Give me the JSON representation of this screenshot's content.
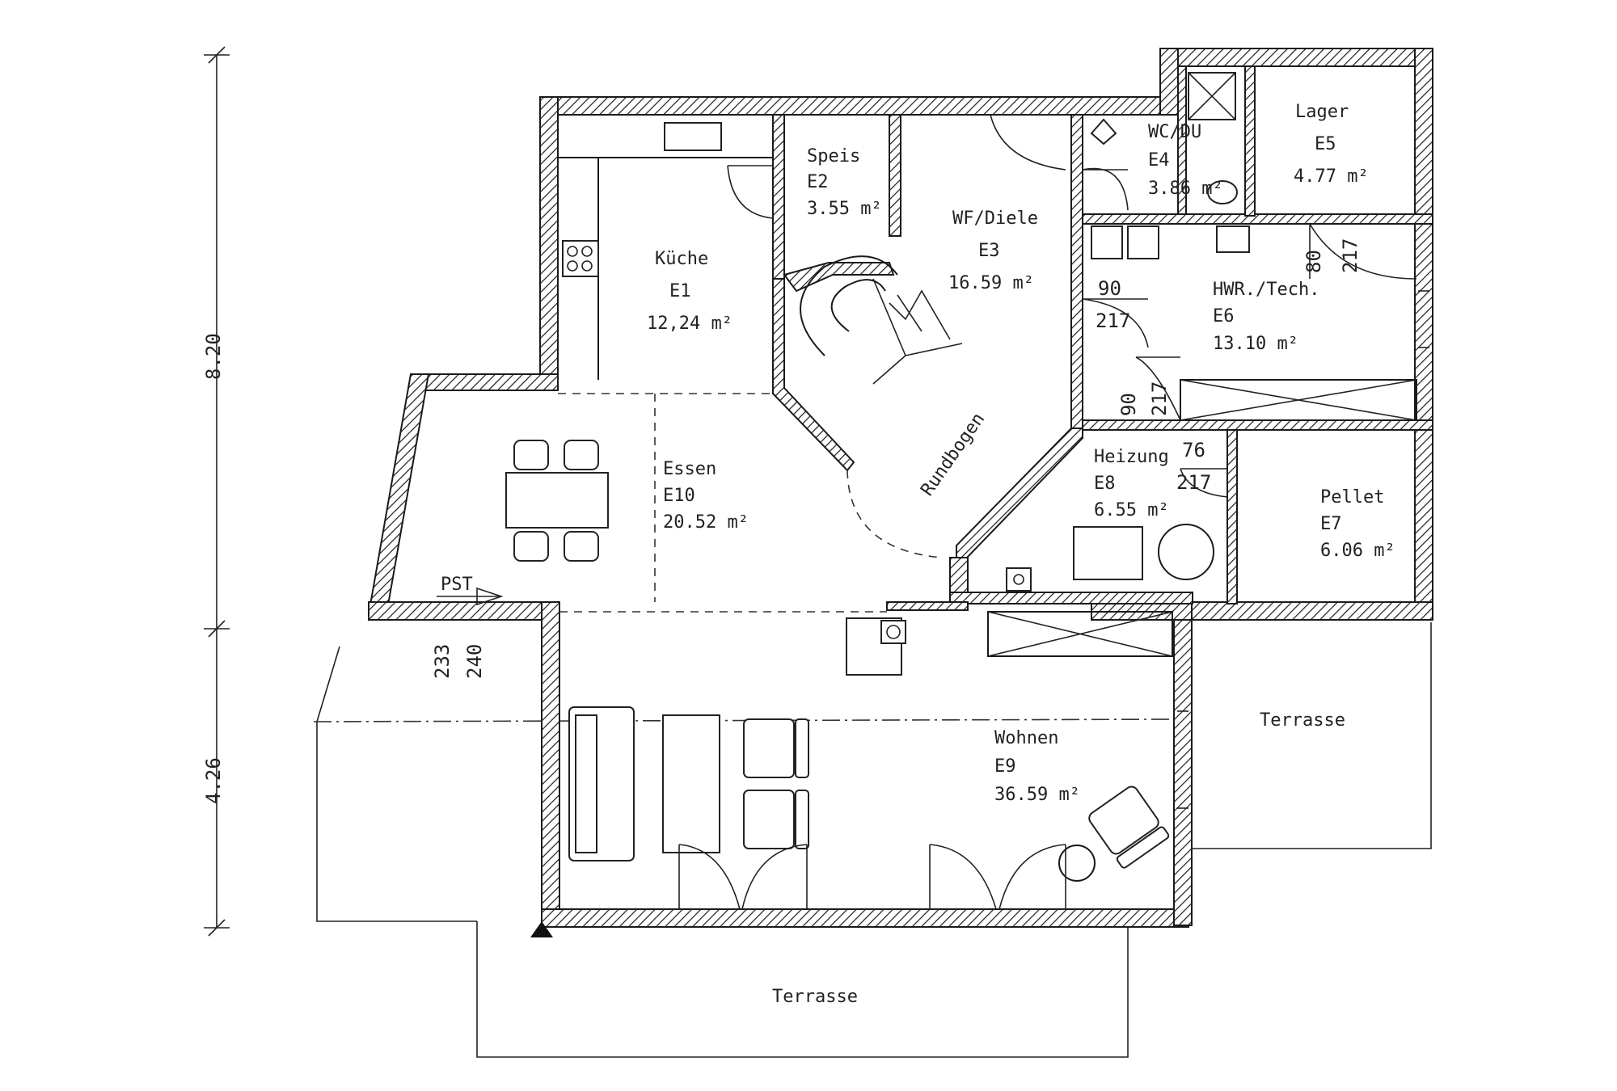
{
  "rooms": {
    "kueche": {
      "name": "Küche",
      "code": "E1",
      "area": "12,24 m²"
    },
    "speis": {
      "name": "Speis",
      "code": "E2",
      "area": "3.55 m²"
    },
    "diele": {
      "name": "WF/Diele",
      "code": "E3",
      "area": "16.59 m²"
    },
    "wc": {
      "name": "WC/DU",
      "code": "E4",
      "area": "3.86 m²"
    },
    "lager": {
      "name": "Lager",
      "code": "E5",
      "area": "4.77 m²"
    },
    "hwr": {
      "name": "HWR./Tech.",
      "code": "E6",
      "area": "13.10 m²"
    },
    "pellet": {
      "name": "Pellet",
      "code": "E7",
      "area": "6.06 m²"
    },
    "heizung": {
      "name": "Heizung",
      "code": "E8",
      "area": "6.55 m²"
    },
    "wohnen": {
      "name": "Wohnen",
      "code": "E9",
      "area": "36.59 m²"
    },
    "essen": {
      "name": "Essen",
      "code": "E10",
      "area": "20.52 m²"
    }
  },
  "annotations": {
    "rundbogen": "Rundbogen",
    "pst": "PST",
    "terrace_right": "Terrasse",
    "terrace_bottom": "Terrasse"
  },
  "dimensions": {
    "vertical_upper": "8.20",
    "vertical_lower": "4.26",
    "window_a": "233",
    "window_b": "240",
    "door_hwr_width": "90",
    "door_hwr_height": "217",
    "door_lager_width": "80",
    "door_lager_height": "217",
    "door_diele_width": "90",
    "door_diele_height": "217",
    "door_heizung_width": "76",
    "door_heizung_height": "217"
  }
}
